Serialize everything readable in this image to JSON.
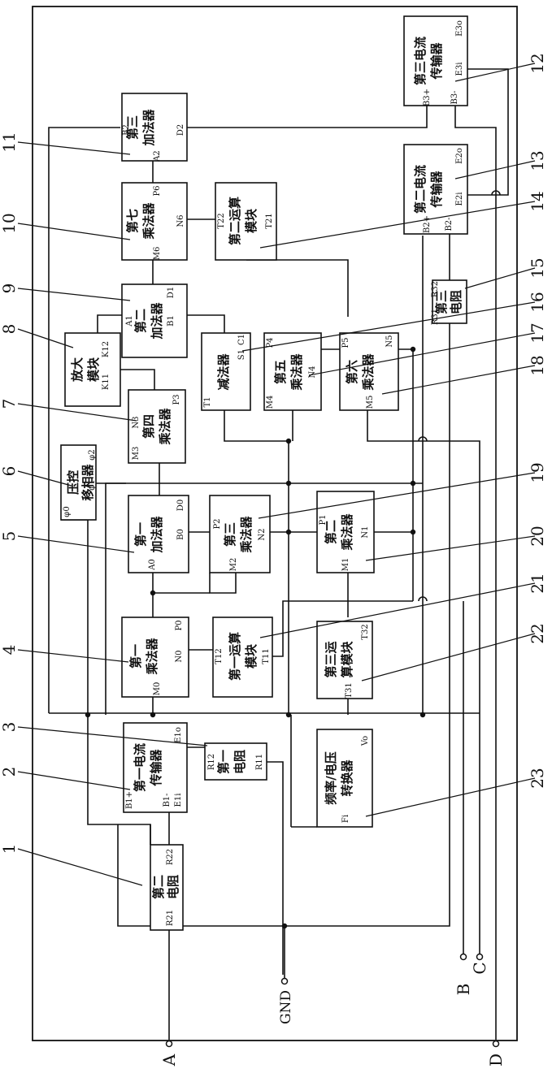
{
  "terminals": {
    "a": "A",
    "gnd": "GND",
    "b": "B",
    "c": "C",
    "d": "D"
  },
  "blocks": {
    "third_adder": {
      "l1": "第三",
      "l2": "加法器",
      "pins": {
        "b2": "B2",
        "a2": "A2",
        "d2": "D2"
      }
    },
    "seventh_multiplier": {
      "l1": "第七",
      "l2": "乘法器",
      "pins": {
        "p6": "P6",
        "m6": "M6",
        "n6": "N6"
      }
    },
    "second_op": {
      "l1": "第二运算",
      "l2": "模块",
      "pins": {
        "t22": "T22",
        "t21": "T21"
      }
    },
    "second_adder": {
      "l1": "第二",
      "l2": "加法器",
      "pins": {
        "a1": "A1",
        "d1": "D1",
        "b1": "B1"
      }
    },
    "amplifier": {
      "l1": "放大",
      "l2": "模块",
      "pins": {
        "k12": "K12",
        "k11": "K11"
      }
    },
    "subtractor": {
      "l1": "减法器",
      "pins": {
        "c1": "C1",
        "s1": "S1",
        "t1": "T1"
      }
    },
    "fifth_multiplier": {
      "l1": "第五",
      "l2": "乘法器",
      "pins": {
        "p4": "P4",
        "m4": "M4",
        "n4": "N4"
      }
    },
    "sixth_multiplier": {
      "l1": "第六",
      "l2": "乘法器",
      "pins": {
        "p5": "P5",
        "m5": "M5",
        "n5": "N5"
      }
    },
    "fourth_multiplier": {
      "l1": "第四",
      "l2": "乘法器",
      "pins": {
        "p3": "P3",
        "m3": "M3",
        "n3": "N3"
      }
    },
    "phase_shifter": {
      "l1": "压控",
      "l2": "移相器",
      "pins": {
        "phi2": "φ2",
        "phi1": "φ1",
        "phi0": "φ0"
      }
    },
    "first_adder": {
      "l1": "第一",
      "l2": "加法器",
      "pins": {
        "d0": "D0",
        "b0": "B0",
        "a0": "A0"
      }
    },
    "third_multiplier": {
      "l1": "第三",
      "l2": "乘法器",
      "pins": {
        "p2": "P2",
        "m2": "M2",
        "n2": "N2"
      }
    },
    "second_multiplier": {
      "l1": "第二",
      "l2": "乘法器",
      "pins": {
        "p1": "P1",
        "m1": "M1",
        "n1": "N1"
      }
    },
    "first_multiplier": {
      "l1": "第一",
      "l2": "乘法器",
      "pins": {
        "p0": "P0",
        "m0": "M0",
        "n0": "N0"
      }
    },
    "first_op": {
      "l1": "第一运算",
      "l2": "模块",
      "pins": {
        "t12": "T12",
        "t11": "T11"
      }
    },
    "third_op": {
      "l1": "第三运",
      "l2": "算模块",
      "pins": {
        "t32": "T32",
        "t31": "T31"
      }
    },
    "first_ct": {
      "l1": "第一电流",
      "l2": "传输器",
      "pins": {
        "e1o": "E1o",
        "e1i": "E1i",
        "plus": "B1+",
        "minus": "B1-"
      }
    },
    "first_resistor": {
      "l1": "第一",
      "l2": "电阻",
      "pins": {
        "r12": "R12",
        "r11": "R11"
      }
    },
    "fv_converter": {
      "l1": "频率/电压",
      "l2": "转换器",
      "pins": {
        "vo": "Vo",
        "fi": "Fi"
      }
    },
    "second_resistor": {
      "l1": "第二",
      "l2": "电阻",
      "pins": {
        "r22": "R22",
        "r21": "R21"
      }
    },
    "third_ct": {
      "l1": "第三电流",
      "l2": "传输器",
      "pins": {
        "e3o": "E3o",
        "e3i": "E3i",
        "plus": "B3+",
        "minus": "B3-"
      }
    },
    "second_ct": {
      "l1": "第二电流",
      "l2": "传输器",
      "pins": {
        "e2o": "E2o",
        "e2i": "E2i",
        "plus": "B2+",
        "minus": "B2-"
      }
    },
    "third_resistor": {
      "l1": "第三",
      "l2": "电阻",
      "pins": {
        "r32": "R32",
        "r31": "R31"
      }
    }
  },
  "reference_numbers": [
    "1",
    "2",
    "3",
    "4",
    "5",
    "6",
    "7",
    "8",
    "9",
    "10",
    "11",
    "12",
    "13",
    "14",
    "15",
    "16",
    "17",
    "18",
    "19",
    "20",
    "21",
    "22",
    "23"
  ]
}
